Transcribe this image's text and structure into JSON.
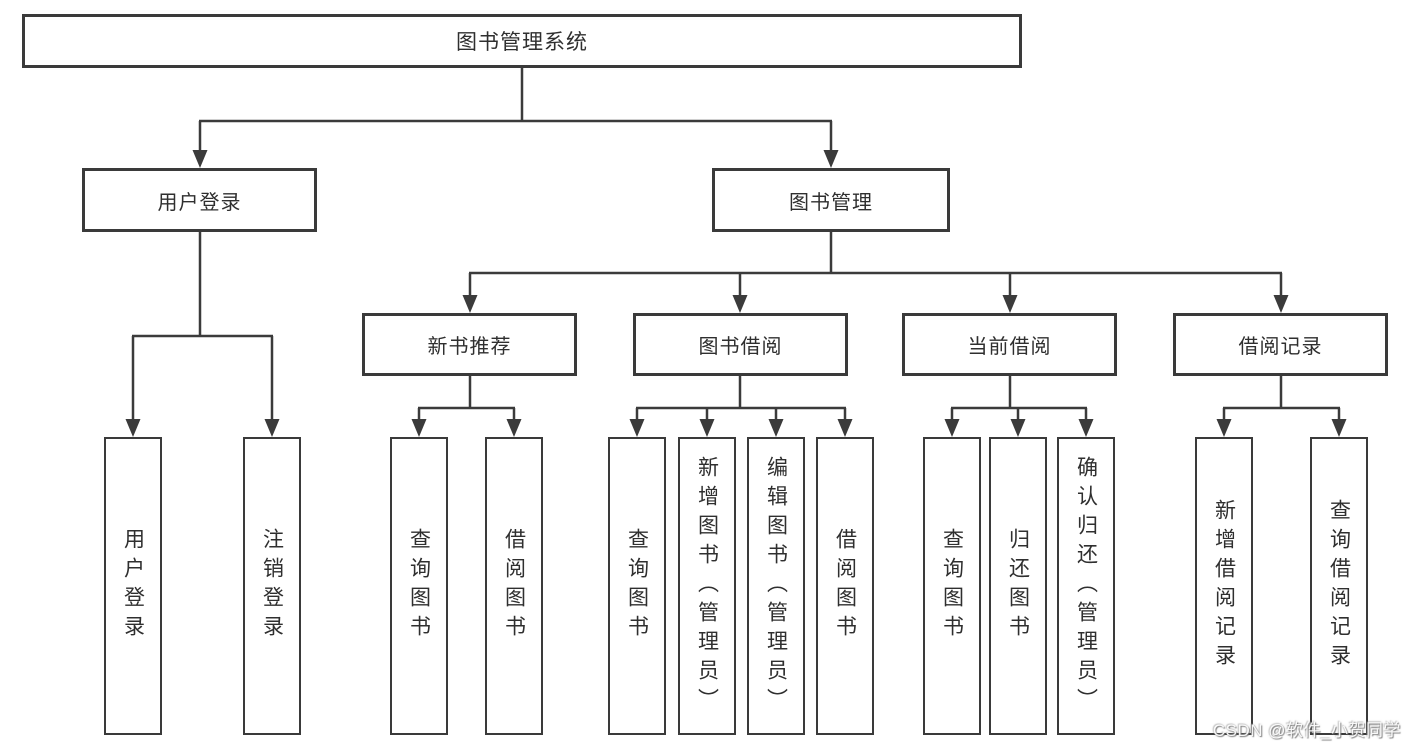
{
  "colors": {
    "background": "#ffffff",
    "line": "#3b3b3b",
    "box_border": "#3a3a3a",
    "text": "#2f2f2f"
  },
  "tree": {
    "root": {
      "label": "图书管理系统"
    },
    "branches": [
      {
        "label": "用户登录",
        "children": [
          {
            "label": "用户登录"
          },
          {
            "label": "注销登录"
          }
        ]
      },
      {
        "label": "图书管理",
        "children": [
          {
            "label": "新书推荐",
            "children": [
              {
                "label": "查询图书"
              },
              {
                "label": "借阅图书"
              }
            ]
          },
          {
            "label": "图书借阅",
            "children": [
              {
                "label": "查询图书"
              },
              {
                "label": "新增图书（管理员）"
              },
              {
                "label": "编辑图书（管理员）"
              },
              {
                "label": "借阅图书"
              }
            ]
          },
          {
            "label": "当前借阅",
            "children": [
              {
                "label": "查询图书"
              },
              {
                "label": "归还图书"
              },
              {
                "label": "确认归还（管理员）"
              }
            ]
          },
          {
            "label": "借阅记录",
            "children": [
              {
                "label": "新增借阅记录"
              },
              {
                "label": "查询借阅记录"
              }
            ]
          }
        ]
      }
    ]
  },
  "watermark": {
    "text": "CSDN @软件_小贺同学"
  }
}
